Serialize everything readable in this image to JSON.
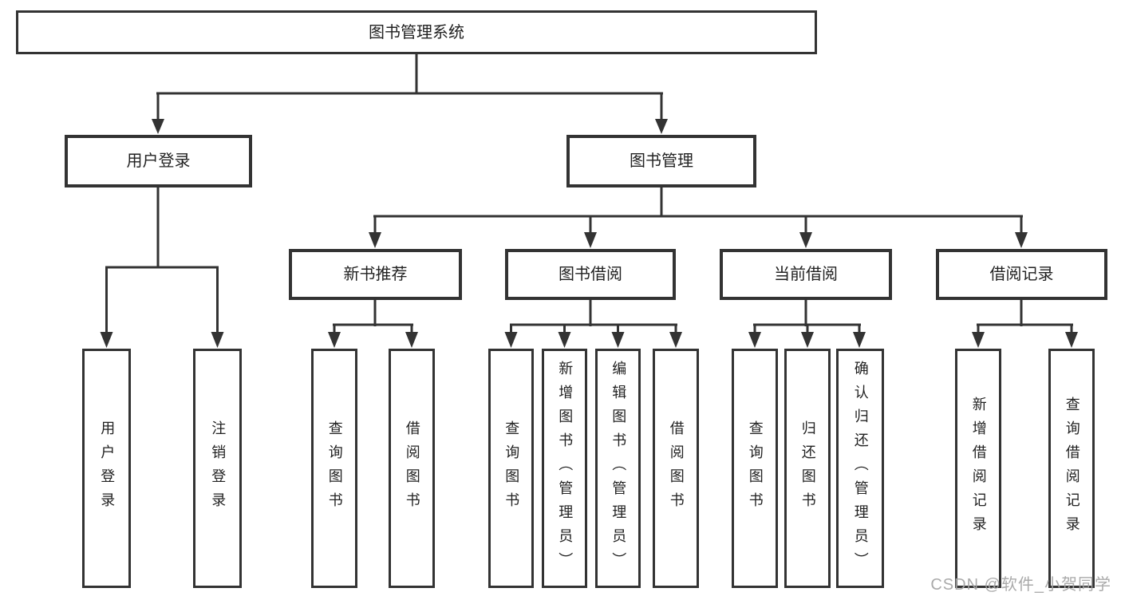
{
  "tree": {
    "root": "图书管理系统",
    "branches": [
      {
        "label": "用户登录",
        "children": [
          "用户登录",
          "注销登录"
        ]
      },
      {
        "label": "图书管理",
        "children": [
          {
            "label": "新书推荐",
            "children": [
              "查询图书",
              "借阅图书"
            ]
          },
          {
            "label": "图书借阅",
            "children": [
              "查询图书",
              "新增图书（管理员）",
              "编辑图书（管理员）",
              "借阅图书"
            ]
          },
          {
            "label": "当前借阅",
            "children": [
              "查询图书",
              "归还图书",
              "确认归还（管理员）"
            ]
          },
          {
            "label": "借阅记录",
            "children": [
              "新增借阅记录",
              "查询借阅记录"
            ]
          }
        ]
      }
    ]
  },
  "watermark": "CSDN @软件_小贺同学",
  "colors": {
    "line": "#333333",
    "box_border": "#333333",
    "text": "#222222",
    "background": "#ffffff",
    "watermark": "#a6a6a6"
  }
}
